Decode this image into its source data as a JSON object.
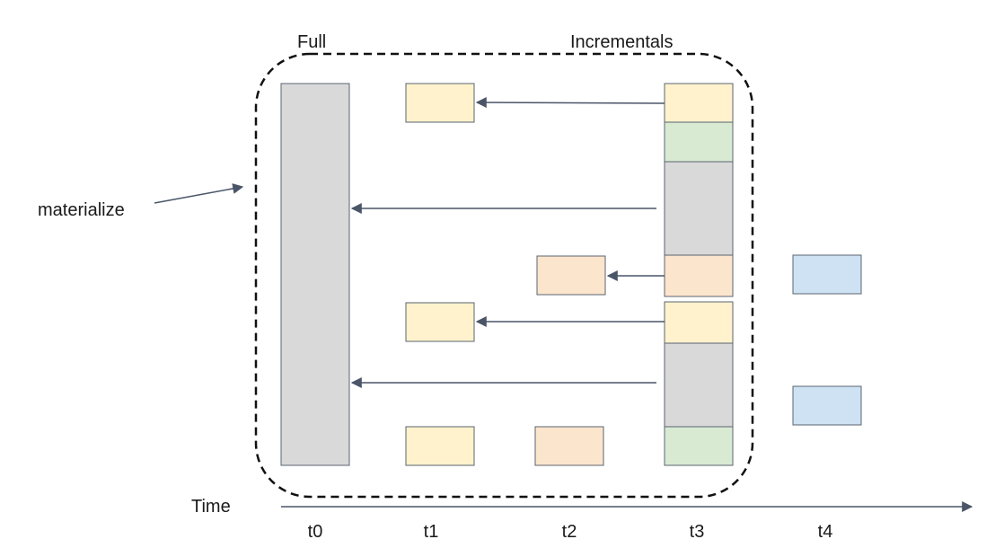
{
  "labels": {
    "full": "Full",
    "incrementals": "Incrementals",
    "materialize": "materialize",
    "time": "Time"
  },
  "time_ticks": [
    "t0",
    "t1",
    "t2",
    "t3",
    "t4"
  ],
  "colors": {
    "full_gray": "#d9d9d9",
    "yellow": "#fff2cc",
    "green": "#d9ead3",
    "orange": "#fce5cd",
    "blue": "#cfe2f3",
    "stroke": "#5a6472",
    "arrow": "#4a5568"
  }
}
